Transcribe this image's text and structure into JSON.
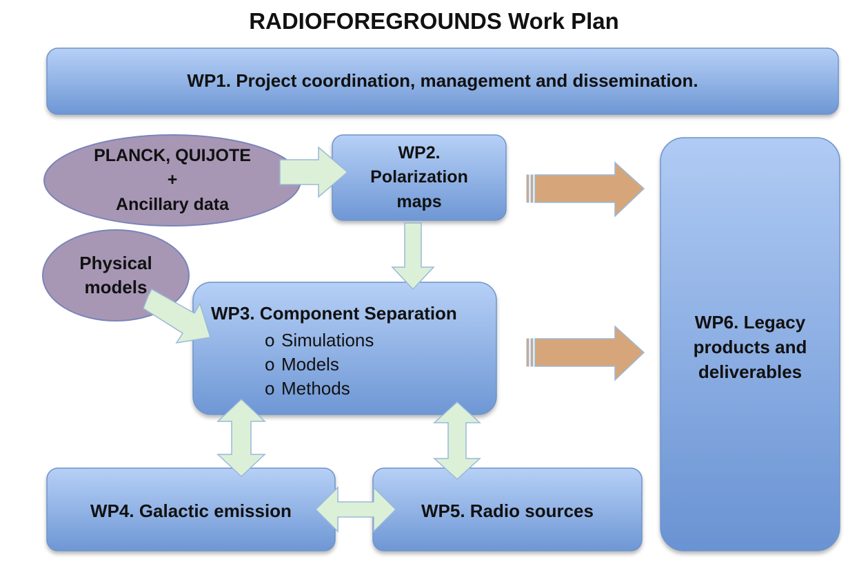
{
  "title": "RADIOFOREGROUNDS Work Plan",
  "wp1": {
    "label": "WP1. Project coordination, management and dissemination."
  },
  "inputs": {
    "data_sources": [
      "PLANCK, QUIJOTE",
      "+",
      "Ancillary data"
    ],
    "physical_models": [
      "Physical",
      "models"
    ]
  },
  "wp2": {
    "lines": [
      "WP2.",
      "Polarization",
      "maps"
    ]
  },
  "wp3": {
    "heading": "WP3. Component Separation",
    "bullet": "o",
    "items": [
      "Simulations",
      "Models",
      "Methods"
    ]
  },
  "wp4": {
    "label": "WP4. Galactic emission"
  },
  "wp5": {
    "label": "WP5. Radio sources"
  },
  "wp6": {
    "lines": [
      "WP6. Legacy",
      "products and",
      "deliverables"
    ]
  },
  "colors": {
    "box_top": "#b3cdf4",
    "box_bottom": "#6f98d6",
    "ellipse": "#a696b4",
    "flow_arrow": "#dcf0d8",
    "output_arrow": "#d6a67a"
  }
}
